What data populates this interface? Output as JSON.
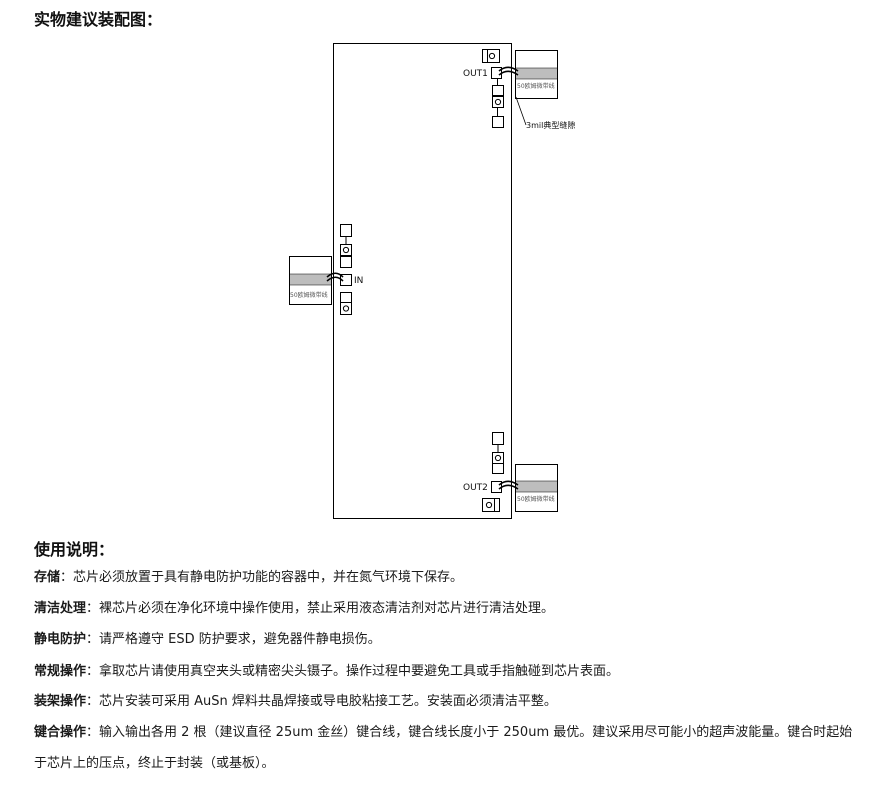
{
  "assembly": {
    "title": "实物建议装配图：",
    "labels": {
      "out1": "OUT1",
      "out2": "OUT2",
      "in": "IN",
      "gap": "3mil典型缝隙",
      "line_label": "50欧姆微带线"
    }
  },
  "usage": {
    "title": "使用说明：",
    "items": [
      {
        "label": "存储",
        "text": "：芯片必须放置于具有静电防护功能的容器中，并在氮气环境下保存。"
      },
      {
        "label": "清洁处理",
        "text": "：裸芯片必须在净化环境中操作使用，禁止采用液态清洁剂对芯片进行清洁处理。"
      },
      {
        "label": "静电防护",
        "text": "：请严格遵守 ESD 防护要求，避免器件静电损伤。"
      },
      {
        "label": "常规操作",
        "text": "：拿取芯片请使用真空夹头或精密尖头镊子。操作过程中要避免工具或手指触碰到芯片表面。"
      },
      {
        "label": "装架操作",
        "text": "：芯片安装可采用 AuSn 焊料共晶焊接或导电胶粘接工艺。安装面必须清洁平整。"
      },
      {
        "label": "键合操作",
        "text": "：输入输出各用 2 根（建议直径 25um 金丝）键合线，键合线长度小于 250um 最优。建议采用尽可能小的超声波能量。键合时起始于芯片上的压点，终止于封装（或基板）。"
      }
    ]
  }
}
